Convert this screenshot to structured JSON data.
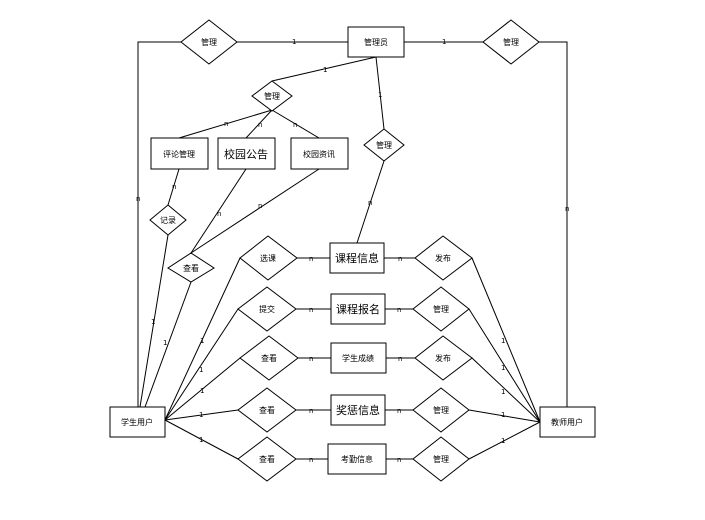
{
  "entities": {
    "admin": "管理员",
    "student": "学生用户",
    "teacher": "教师用户",
    "comment_mgmt": "评论管理",
    "campus_notice": "校园公告",
    "campus_news": "校园资讯",
    "course_info": "课程信息",
    "course_signup": "课程报名",
    "student_grade": "学生成绩",
    "award_info": "奖惩信息",
    "attendance_info": "考勤信息"
  },
  "relationships": {
    "manage_left": "管理",
    "manage_right": "管理",
    "manage_top": "管理",
    "manage_course": "管理",
    "record": "记录",
    "view_notice": "查看",
    "select_course": "选课",
    "submit": "提交",
    "view_grade": "查看",
    "view_award": "查看",
    "view_attendance": "查看",
    "publish_course": "发布",
    "manage_signup": "管理",
    "publish_grade": "发布",
    "manage_award": "管理",
    "manage_attendance": "管理"
  },
  "cardinalities": {
    "one": "1",
    "many": "n"
  }
}
